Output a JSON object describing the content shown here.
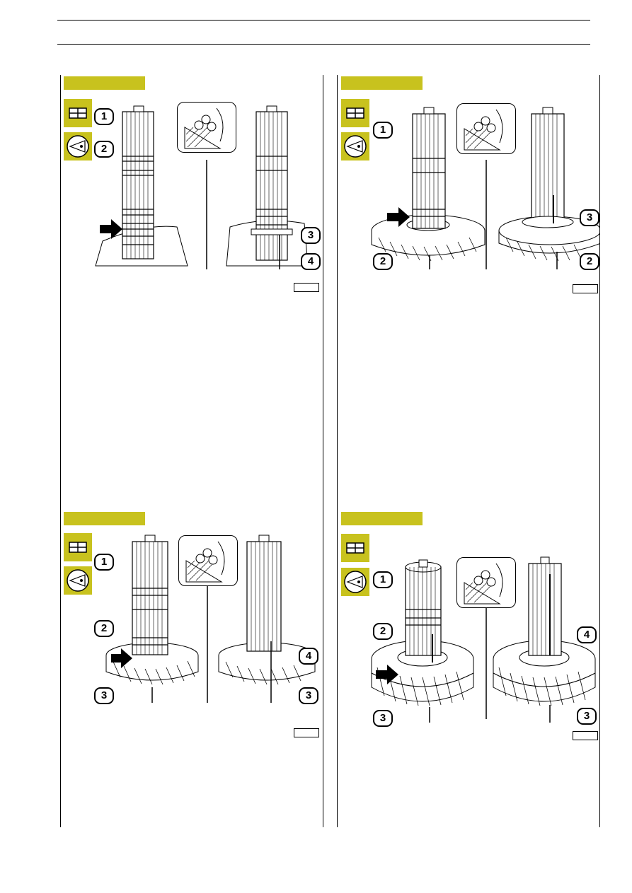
{
  "header": {
    "title": "",
    "page_number": ""
  },
  "panels": [
    {
      "id": "top-left",
      "figure_ref": "",
      "callouts": [
        "1",
        "2",
        "3",
        "4"
      ]
    },
    {
      "id": "top-right",
      "figure_ref": "",
      "callouts": [
        "1",
        "2",
        "3",
        "2"
      ]
    },
    {
      "id": "bottom-left",
      "figure_ref": "",
      "callouts": [
        "1",
        "2",
        "3",
        "4",
        "3"
      ]
    },
    {
      "id": "bottom-right",
      "figure_ref": "",
      "callouts": [
        "1",
        "2",
        "3",
        "4",
        "3"
      ]
    }
  ],
  "colors": {
    "accent": "#c8c21e",
    "line": "#000000"
  },
  "icons": [
    "grid-icon",
    "eye-view-icon",
    "bearing-detail-icon",
    "push-arrow-icon"
  ]
}
